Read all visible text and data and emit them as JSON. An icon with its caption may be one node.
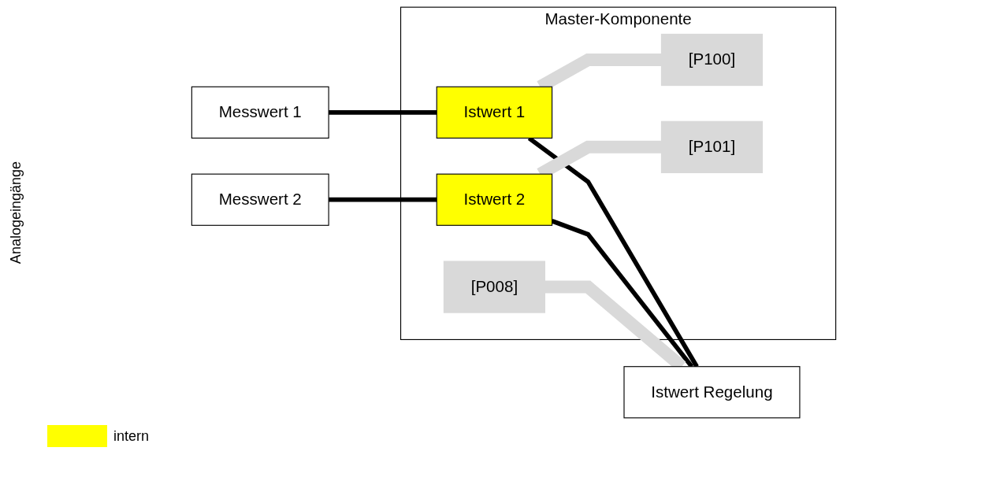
{
  "diagram": {
    "nodes": [
      {
        "text": [
          "Master-Komponente"
        ]
      },
      {
        "text": [
          "[P100]"
        ],
        "in": 0
      },
      {
        "text": [
          "Istwert 1"
        ],
        "in": 0
      },
      {
        "text": [
          "Istwert 2"
        ],
        "in": 0
      },
      {
        "text": [
          "[P101]"
        ],
        "in": 0
      },
      {
        "text": [
          "[P008]"
        ],
        "in": 0
      },
      {
        "text": [
          "Messwert 1"
        ]
      },
      {
        "text": [
          "Messwert 2"
        ]
      },
      {
        "text": [
          "Istwert Regelung"
        ]
      }
    ],
    "edges": [
      {
        "from": 6,
        "to": 2,
        "arrow": "none"
      },
      {
        "from": 7,
        "to": 3,
        "arrow": "none"
      },
      {
        "from": 2,
        "to": 8,
        "arrow": "none"
      },
      {
        "from": 3,
        "to": 8,
        "arrow": "none"
      },
      {
        "from": 1,
        "to": 2,
        "arrow": "none",
        "style": "thick",
        "color": "#d9d9d9"
      },
      {
        "from": 4,
        "to": 3,
        "arrow": "none",
        "style": "thick",
        "color": "#d9d9d9"
      },
      {
        "from": 5,
        "to": 8,
        "arrow": "none",
        "style": "thick",
        "color": "#d9d9d9"
      }
    ],
    "labels": [
      "Analogeingänge"
    ],
    "legend": [
      {
        "text": "intern",
        "color": "#ffff00"
      }
    ]
  }
}
